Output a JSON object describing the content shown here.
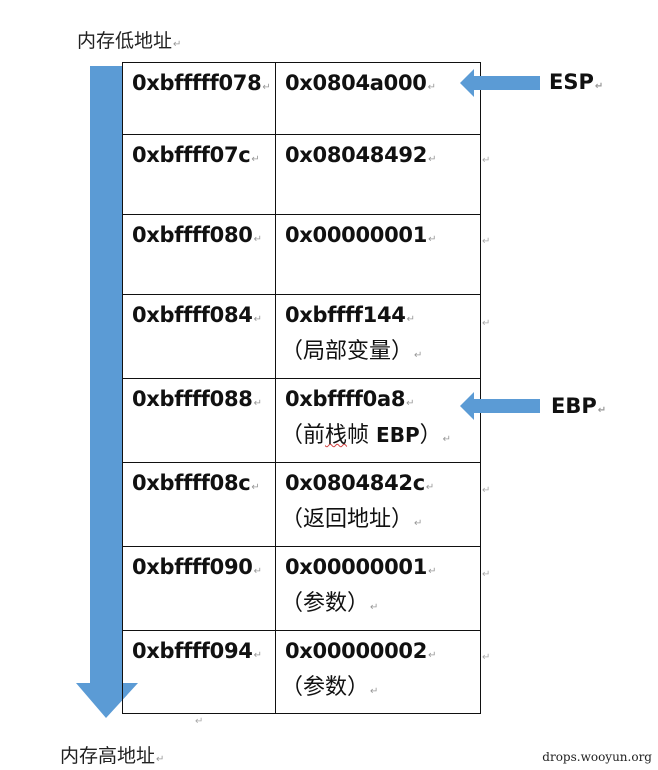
{
  "labels": {
    "low_address": "内存低地址",
    "high_address": "内存高地址",
    "pilcrow": "↵",
    "watermark": "drops.wooyun.org"
  },
  "colors": {
    "arrow_blue": "#5b9bd5",
    "border": "#111111"
  },
  "stack": {
    "rows": [
      {
        "address": "0xbfffff078",
        "value": "0x0804a000",
        "note": ""
      },
      {
        "address": "0xbffff07c",
        "value": "0x08048492",
        "note": ""
      },
      {
        "address": "0xbffff080",
        "value": "0x00000001",
        "note": ""
      },
      {
        "address": "0xbffff084",
        "value": "0xbffff144",
        "note": "（局部变量）"
      },
      {
        "address": "0xbffff088",
        "value": "0xbffff0a8",
        "note_prefix": "（前",
        "note_squiggle": "栈",
        "note_mid": "帧 ",
        "note_bold": "EBP",
        "note_suffix": "）"
      },
      {
        "address": "0xbffff08c",
        "value": "0x0804842c",
        "note": "（返回地址）"
      },
      {
        "address": "0xbffff090",
        "value": "0x00000001",
        "note": "（参数）"
      },
      {
        "address": "0xbffff094",
        "value": "0x00000002",
        "note": "（参数）"
      }
    ]
  },
  "pointers": {
    "esp": {
      "label": "ESP",
      "row": 0
    },
    "ebp": {
      "label": "EBP",
      "row": 4
    }
  }
}
